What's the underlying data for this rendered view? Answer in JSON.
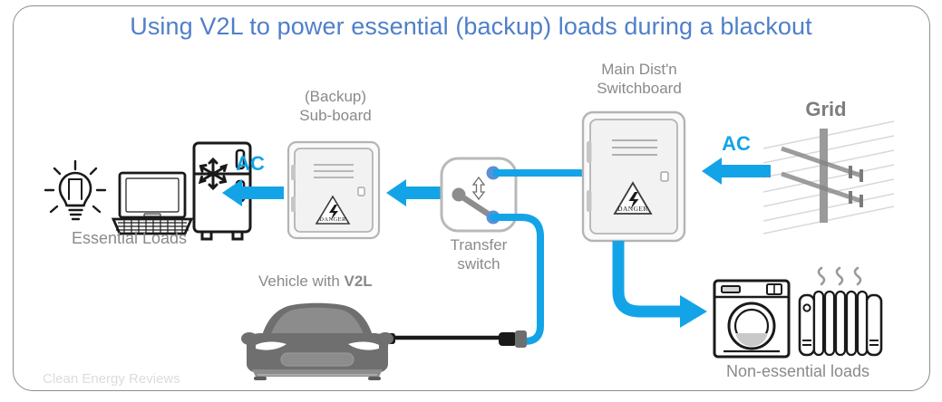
{
  "diagram": {
    "title": "Using V2L to power essential (backup) loads during a blackout",
    "watermark": "Clean Energy Reviews",
    "colors": {
      "title_blue": "#4f7fc9",
      "accent_blue": "#13a4e8",
      "label_gray": "#8a8a8a",
      "frame_gray": "#8d8d8d",
      "device_gray": "#a9a9a9",
      "vehicle_gray": "#757575",
      "terminal_blue": "#5b8fd6",
      "watermark_gray": "#dcdcdc"
    },
    "labels": {
      "essential_loads": "Essential Loads",
      "backup_line1": "(Backup)",
      "backup_line2": "Sub-board",
      "transfer_line1": "Transfer",
      "transfer_line2": "switch",
      "main_line1": "Main Dist'n",
      "main_line2": "Switchboard",
      "grid": "Grid",
      "non_essential_loads": "Non-essential loads",
      "vehicle_prefix": "Vehicle with ",
      "vehicle_strong": "V2L",
      "ac_left": "AC",
      "ac_right": "AC"
    },
    "icons": {
      "lightbulb": "lightbulb-icon",
      "laptop": "laptop-icon",
      "fridge": "refrigerator-icon",
      "snowflake": "snowflake-icon",
      "washer": "washing-machine-icon",
      "radiator": "radiator-icon",
      "heat_waves": "heat-wave-icon",
      "danger": "danger-electric-shock-icon",
      "power_pole": "power-pole-icon",
      "car": "electric-car-front-icon",
      "plug": "charging-plug-icon",
      "updown": "up-down-arrow-icon",
      "arrow_left_1": "ac-flow-arrow-left-icon",
      "arrow_left_2": "ac-flow-arrow-left-icon",
      "arrow_left_3": "ac-flow-arrow-left-icon",
      "arrow_left_4": "ac-flow-arrow-left-icon",
      "arrow_curved": "non-essential-flow-arrow-icon"
    },
    "danger_text": "DANGER"
  }
}
